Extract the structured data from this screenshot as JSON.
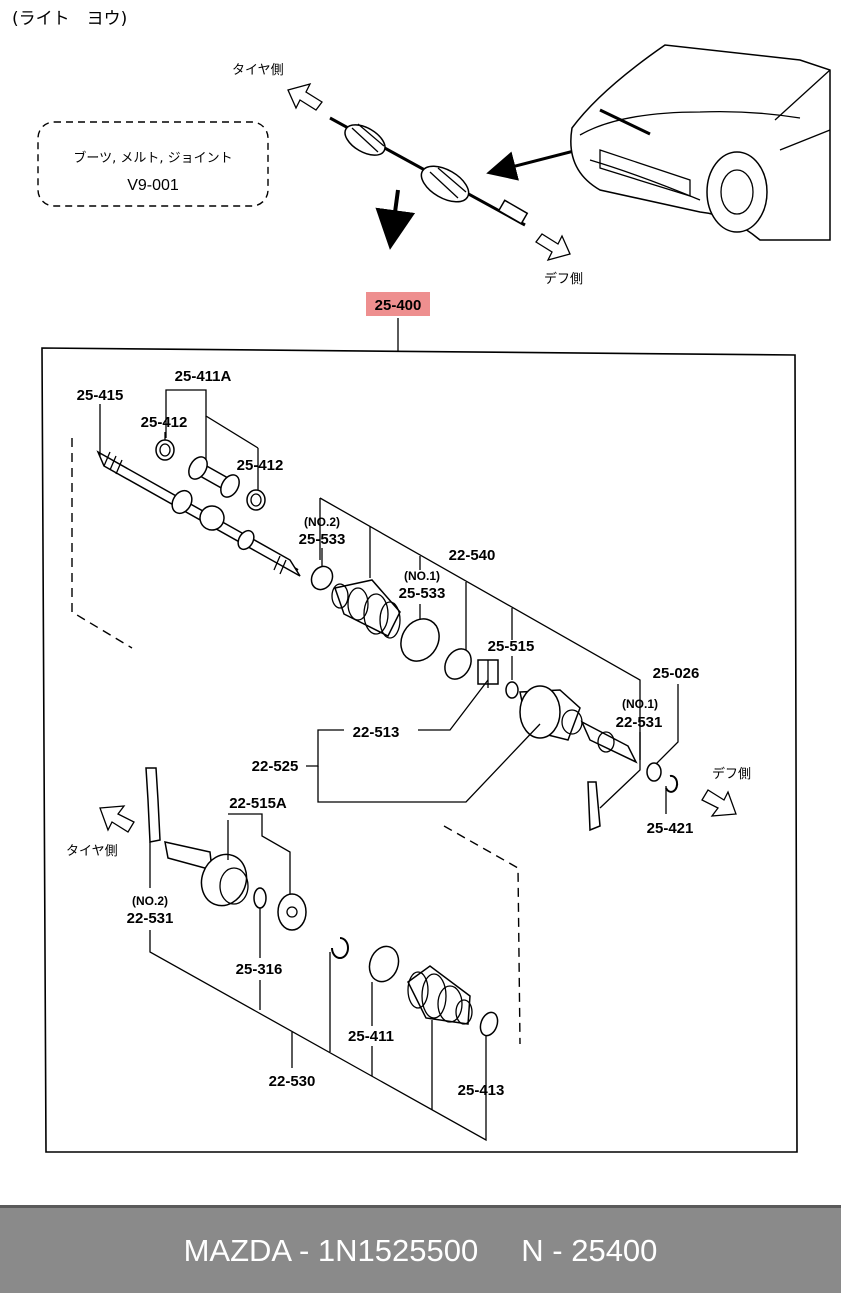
{
  "header": {
    "title": "(ライト　ヨウ)"
  },
  "overview": {
    "note_line1": "ブーツ, メルト, ジョイント",
    "note_line2": "V9-001",
    "tire_side": "タイヤ側",
    "diff_side": "デフ側"
  },
  "assembly_label": "25-400",
  "highlight_color": "#ee8f8f",
  "labels": {
    "p25_415": "25-415",
    "p25_411A": "25-411A",
    "p25_412a": "25-412",
    "p25_412b": "25-412",
    "no2_top": "(NO.2)",
    "p25_533a": "25-533",
    "no1_top": "(NO.1)",
    "p25_533b": "25-533",
    "p22_540": "22-540",
    "p25_515": "25-515",
    "p22_513": "22-513",
    "p25_026": "25-026",
    "no1_mid": "(NO.1)",
    "p22_531a": "22-531",
    "p22_525": "22-525",
    "diff_side": "デフ側",
    "p25_421": "25-421",
    "p22_515A": "22-515A",
    "tire_side": "タイヤ側",
    "no2_low": "(NO.2)",
    "p22_531b": "22-531",
    "p25_316": "25-316",
    "p25_411": "25-411",
    "p22_530": "22-530",
    "p25_413": "25-413"
  },
  "footer": {
    "text": "MAZDA - 1N1525500     N - 25400"
  }
}
